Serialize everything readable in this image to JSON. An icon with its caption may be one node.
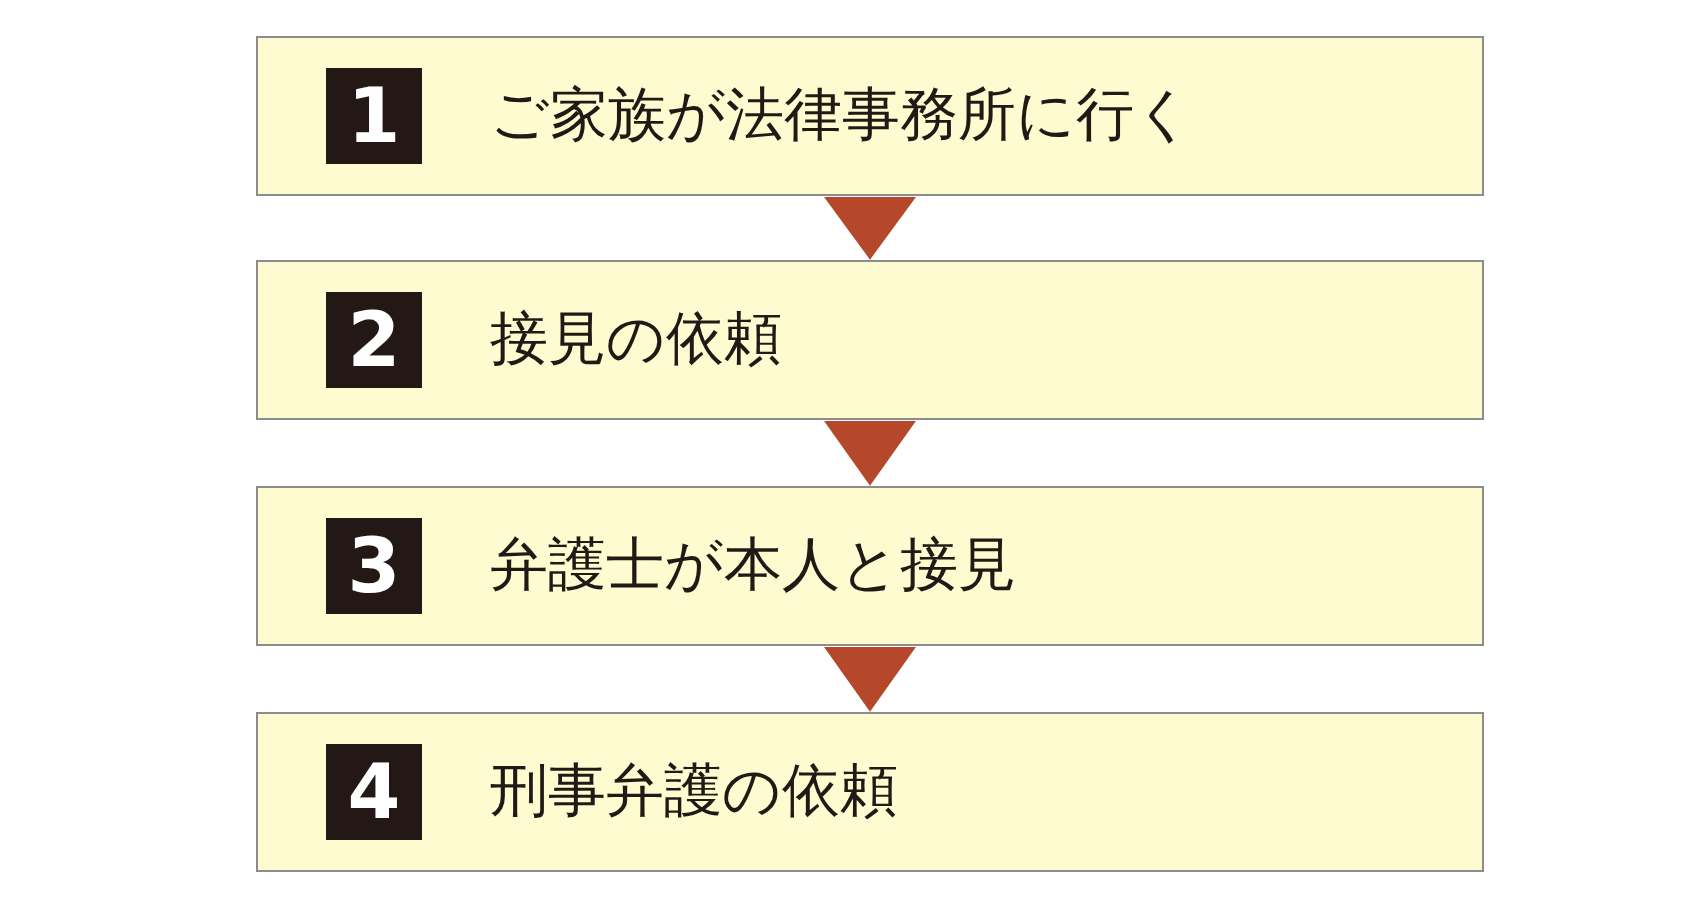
{
  "diagram": {
    "nodes": [
      {
        "text": [
          "1",
          "ご家族が法律事務所に行く"
        ]
      },
      {
        "text": [
          "2",
          "接見の依頼"
        ]
      },
      {
        "text": [
          "3",
          "弁護士が本人と接見"
        ]
      },
      {
        "text": [
          "4",
          "刑事弁護の依頼"
        ]
      }
    ],
    "edges": [
      {
        "from": 0,
        "to": 1,
        "arrow": "to"
      },
      {
        "from": 1,
        "to": 2,
        "arrow": "to"
      },
      {
        "from": 2,
        "to": 3,
        "arrow": "to"
      }
    ]
  }
}
